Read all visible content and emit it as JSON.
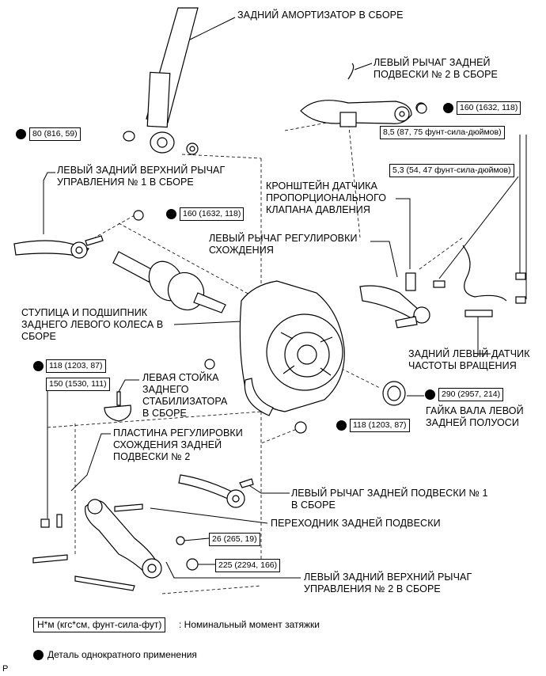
{
  "labels": {
    "shock_absorber": "ЗАДНИЙ АМОРТИЗАТОР В СБОРЕ",
    "rear_arm2": "ЛЕВЫЙ РЫЧАГ ЗАДНЕЙ\nПОДВЕСКИ № 2 В СБОРЕ",
    "upper_arm1": "ЛЕВЫЙ ЗАДНИЙ ВЕРХНИЙ РЫЧАГ\nУПРАВЛЕНИЯ № 1 В СБОРЕ",
    "sensor_bracket": "КРОНШТЕЙН ДАТЧИКА\nПРОПОРЦИОНАЛЬНОГО\nКЛАПАНА ДАВЛЕНИЯ",
    "toe_arm": "ЛЕВЫЙ РЫЧАГ РЕГУЛИРОВКИ\nСХОЖДЕНИЯ",
    "hub_bearing": "СТУПИЦА И ПОДШИПНИК\nЗАДНЕГО ЛЕВОГО КОЛЕСА В\nСБОРЕ",
    "speed_sensor": "ЗАДНИЙ ЛЕВЫЙ ДАТЧИК\nЧАСТОТЫ ВРАЩЕНИЯ",
    "stabilizer_link": "ЛЕВАЯ СТОЙКА\nЗАДНЕГО\nСТАБИЛИЗАТОРА\nВ СБОРЕ",
    "axle_nut": "ГАЙКА ВАЛА ЛЕВОЙ\nЗАДНЕЙ ПОЛУОСИ",
    "toe_plate": "ПЛАСТИНА РЕГУЛИРОВКИ\nСХОЖДЕНИЯ ЗАДНЕЙ\nПОДВЕСКИ № 2",
    "rear_arm1": "ЛЕВЫЙ РЫЧАГ ЗАДНЕЙ ПОДВЕСКИ № 1\nВ СБОРЕ",
    "adapter": "ПЕРЕХОДНИК ЗАДНЕЙ ПОДВЕСКИ",
    "upper_arm2": "ЛЕВЫЙ ЗАДНИЙ ВЕРХНИЙ РЫЧАГ\nУПРАВЛЕНИЯ № 2 В СБОРЕ"
  },
  "torques": {
    "t1": "160 (1632, 118)",
    "t2": "80 (816, 59)",
    "t3": "8,5 (87, 75 фунт-сила-дюймов)",
    "t4": "5,3 (54, 47 фунт-сила-дюймов)",
    "t5": "160 (1632, 118)",
    "t6": "118 (1203, 87)",
    "t7": "150 (1530, 111)",
    "t8": "290 (2957, 214)",
    "t9": "118 (1203, 87)",
    "t10": "26 (265, 19)",
    "t11": "225 (2294, 166)"
  },
  "legend": {
    "box": "Н*м (кгс*см, фунт-сила-фут)",
    "torque_desc": ": Номинальный момент затяжки",
    "non_reusable": "Деталь однократного применения"
  },
  "corner_mark": "P",
  "colors": {
    "ink": "#000000",
    "background": "#ffffff"
  }
}
